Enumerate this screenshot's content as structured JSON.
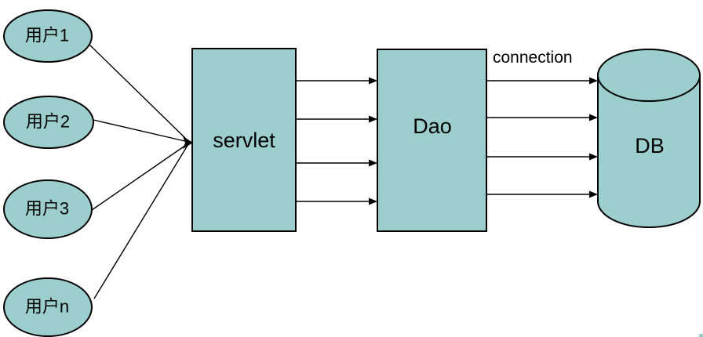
{
  "diagram": {
    "colors": {
      "shape_fill": "#9DCECE",
      "shape_stroke": "#000000",
      "background": "#FFFFFF",
      "line_color": "#000000"
    },
    "users": [
      {
        "label": "用户1"
      },
      {
        "label": "用户2"
      },
      {
        "label": "用户3"
      },
      {
        "label": "用户n"
      }
    ],
    "nodes": {
      "servlet_label": "servlet",
      "dao_label": "Dao",
      "db_label": "DB"
    },
    "edge_label": "connection"
  }
}
